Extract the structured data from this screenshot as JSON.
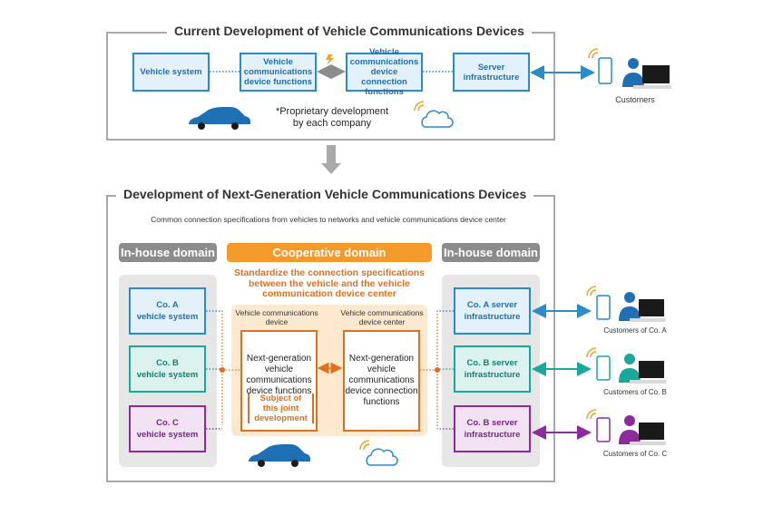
{
  "top": {
    "title": "Current Development of Vehicle Communications Devices",
    "boxes": [
      "Vehicle system",
      "Vehicle communications device functions",
      "Vehicle communications device connection functions",
      "Server infrastructure"
    ],
    "note": "*Proprietary development\nby each company",
    "customers_label": "Customers"
  },
  "bottom": {
    "title": "Development of Next-Generation Vehicle Communications Devices",
    "subtitle": "Common connection specifications from vehicles to networks and vehicle communications device center",
    "inhouse_left": "In-house domain",
    "cooperative": "Cooperative domain",
    "inhouse_right": "In-house domain",
    "standardize": "Standardize the connection specifications\nbetween the vehicle and the vehicle\ncommunication device center",
    "vehicle_systems": [
      "Co. A\nvehicle system",
      "Co. B\nvehicle system",
      "Co. C\nvehicle system"
    ],
    "servers": [
      "Co. A server\ninfrastructure",
      "Co. B server\ninfrastructure",
      "Co. B server\ninfrastructure"
    ],
    "col_left_label": "Vehicle communications\ndevice",
    "col_right_label": "Vehicle communications\ndevice center",
    "left_box": "Next-generation\nvehicle\ncommunications\ndevice functions",
    "right_box": "Next-generation\nvehicle\ncommunications\ndevice connection\nfunctions",
    "subject": "Subject of\nthis joint\ndevelopment",
    "customers": [
      "Customers of Co. A",
      "Customers of Co. B",
      "Customers of Co. C"
    ]
  },
  "colors": {
    "blue": "#2b8ac8",
    "orange": "#e0701e",
    "coA": "#2b8ac8",
    "coB": "#1aa89a",
    "coC": "#8e2b9c",
    "grey": "#8c8c8c"
  },
  "icons": [
    "car-icon",
    "cloud-icon",
    "signal-icon",
    "phone-icon",
    "person-icon",
    "monitor-icon",
    "lightning-icon"
  ]
}
